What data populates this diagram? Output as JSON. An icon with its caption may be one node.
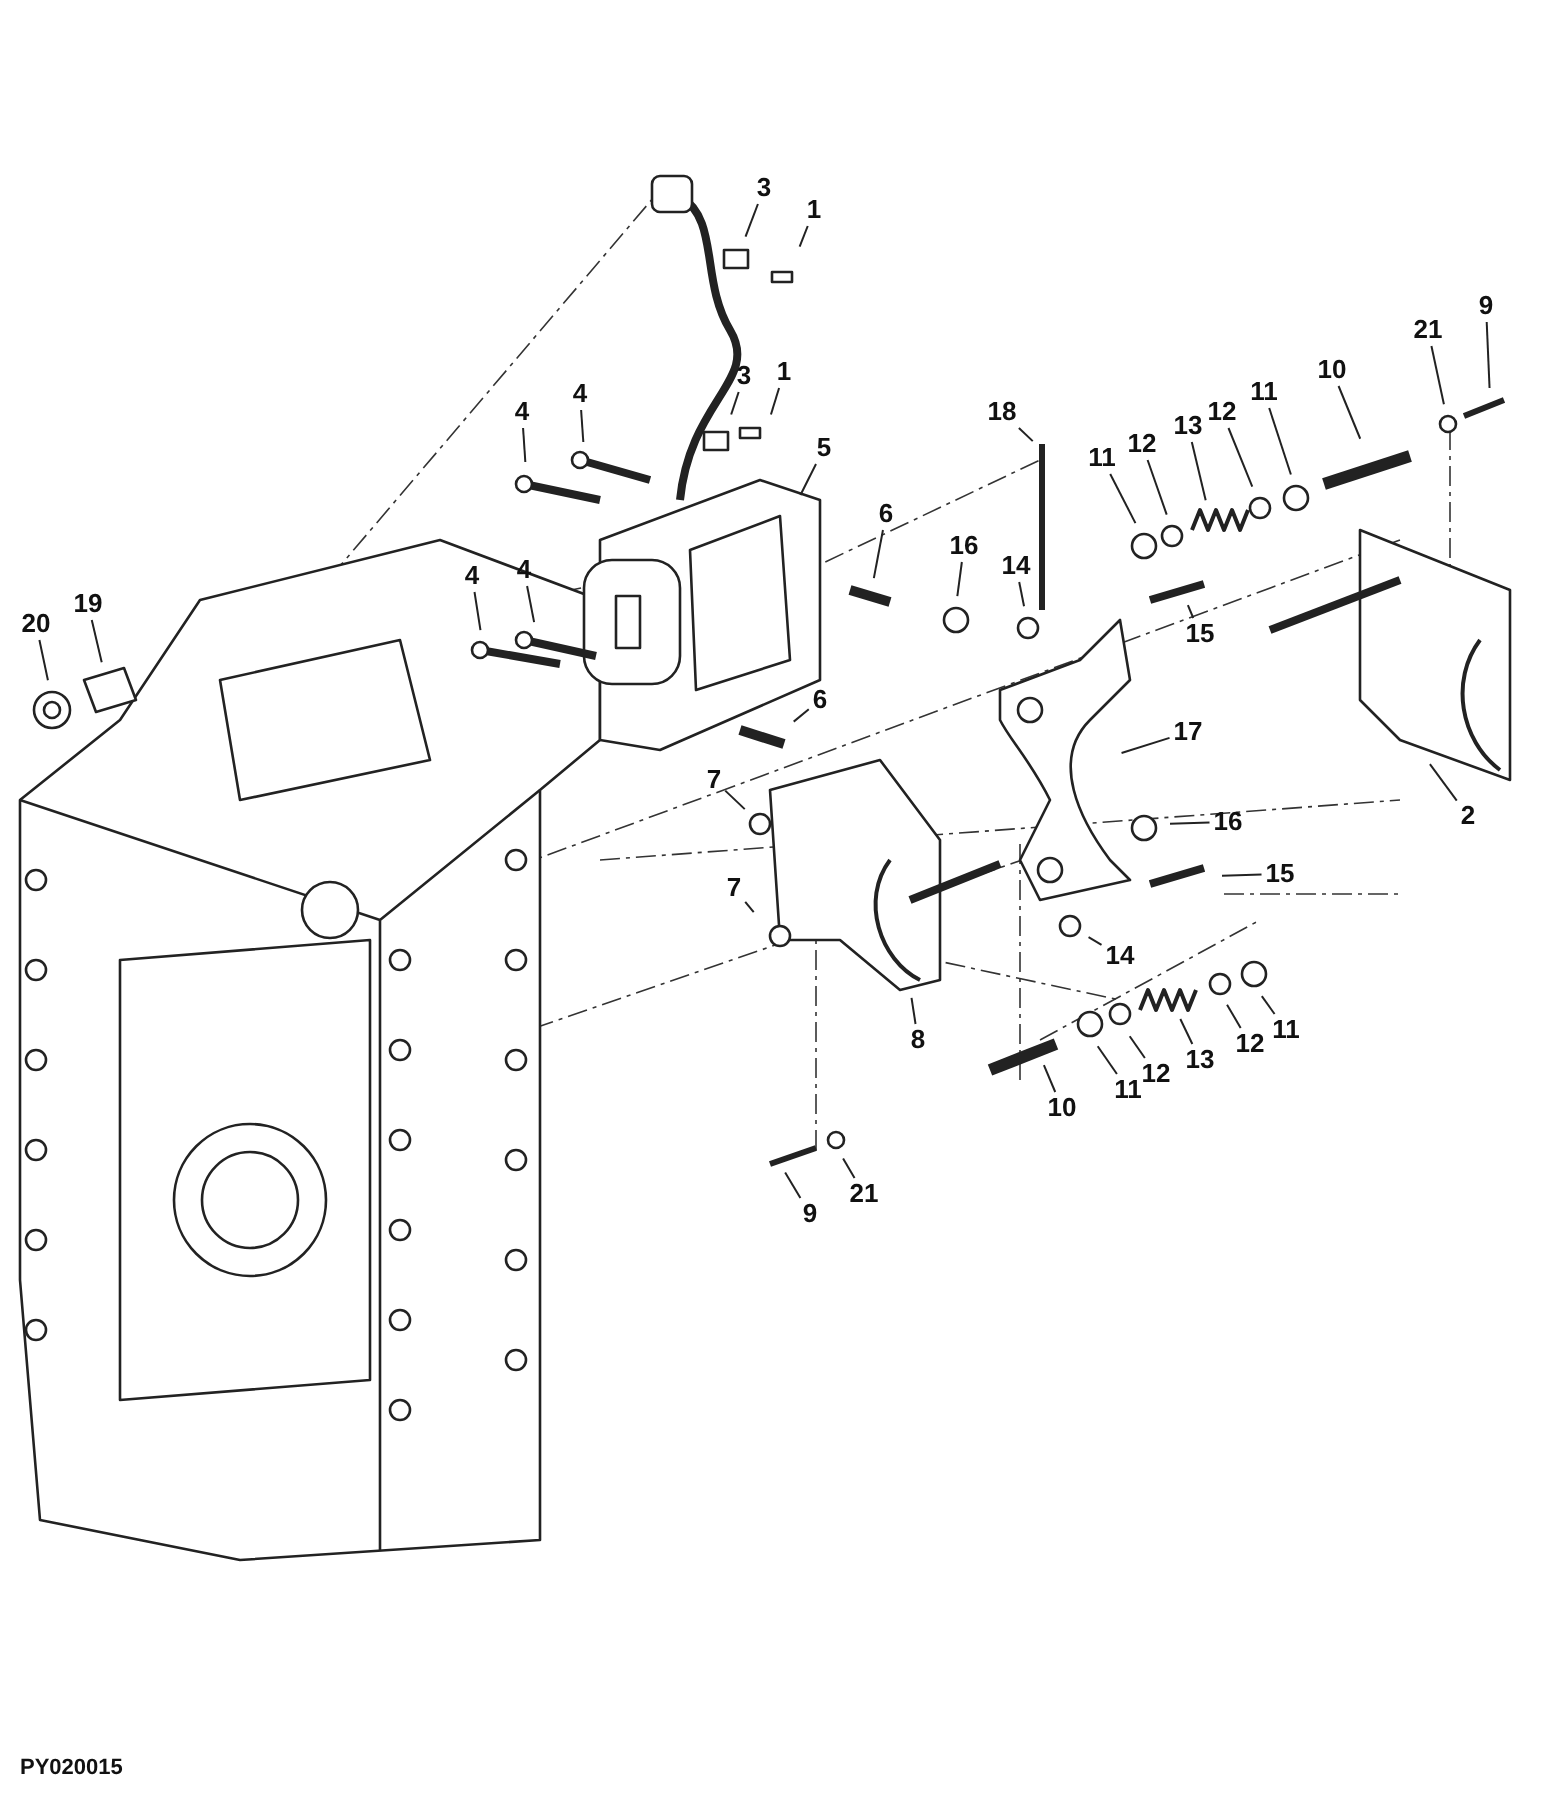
{
  "diagram": {
    "nodes": [
      {
        "text": [
          "1"
        ]
      },
      {
        "text": [
          "3"
        ]
      },
      {
        "text": [
          "1"
        ]
      },
      {
        "text": [
          "3"
        ]
      },
      {
        "text": [
          "4"
        ]
      },
      {
        "text": [
          "4"
        ]
      },
      {
        "text": [
          "5"
        ]
      },
      {
        "text": [
          "6"
        ]
      },
      {
        "text": [
          "16"
        ]
      },
      {
        "text": [
          "14"
        ]
      },
      {
        "text": [
          "18"
        ]
      },
      {
        "text": [
          "11"
        ]
      },
      {
        "text": [
          "12"
        ]
      },
      {
        "text": [
          "13"
        ]
      },
      {
        "text": [
          "12"
        ]
      },
      {
        "text": [
          "11"
        ]
      },
      {
        "text": [
          "10"
        ]
      },
      {
        "text": [
          "21"
        ]
      },
      {
        "text": [
          "9"
        ]
      },
      {
        "text": [
          "4"
        ]
      },
      {
        "text": [
          "4"
        ]
      },
      {
        "text": [
          "20"
        ]
      },
      {
        "text": [
          "19"
        ]
      },
      {
        "text": [
          "6"
        ]
      },
      {
        "text": [
          "15"
        ]
      },
      {
        "text": [
          "17"
        ]
      },
      {
        "text": [
          "7"
        ]
      },
      {
        "text": [
          "16"
        ]
      },
      {
        "text": [
          "15"
        ]
      },
      {
        "text": [
          "2"
        ]
      },
      {
        "text": [
          "7"
        ]
      },
      {
        "text": [
          "14"
        ]
      },
      {
        "text": [
          "8"
        ]
      },
      {
        "text": [
          "11"
        ]
      },
      {
        "text": [
          "12"
        ]
      },
      {
        "text": [
          "13"
        ]
      },
      {
        "text": [
          "12"
        ]
      },
      {
        "text": [
          "11"
        ]
      },
      {
        "text": [
          "10"
        ]
      },
      {
        "text": [
          "9"
        ]
      },
      {
        "text": [
          "21"
        ]
      }
    ],
    "edges": [
      {
        "from": 0,
        "to": null,
        "arrow": "none"
      },
      {
        "from": 1,
        "to": null,
        "arrow": "none"
      },
      {
        "from": 2,
        "to": null,
        "arrow": "none"
      },
      {
        "from": 3,
        "to": null,
        "arrow": "none"
      },
      {
        "from": 4,
        "to": null,
        "arrow": "none"
      },
      {
        "from": 5,
        "to": null,
        "arrow": "none"
      },
      {
        "from": 6,
        "to": null,
        "arrow": "none"
      },
      {
        "from": 7,
        "to": null,
        "arrow": "none"
      },
      {
        "from": 8,
        "to": null,
        "arrow": "none"
      },
      {
        "from": 9,
        "to": null,
        "arrow": "none"
      },
      {
        "from": 10,
        "to": null,
        "arrow": "none"
      },
      {
        "from": 11,
        "to": null,
        "arrow": "none"
      },
      {
        "from": 12,
        "to": null,
        "arrow": "none"
      },
      {
        "from": 13,
        "to": null,
        "arrow": "none"
      },
      {
        "from": 14,
        "to": null,
        "arrow": "none"
      },
      {
        "from": 15,
        "to": null,
        "arrow": "none"
      },
      {
        "from": 16,
        "to": null,
        "arrow": "none"
      },
      {
        "from": 17,
        "to": null,
        "arrow": "none"
      },
      {
        "from": 18,
        "to": null,
        "arrow": "none"
      },
      {
        "from": 19,
        "to": null,
        "arrow": "none"
      },
      {
        "from": 20,
        "to": null,
        "arrow": "none"
      },
      {
        "from": 21,
        "to": null,
        "arrow": "none"
      },
      {
        "from": 22,
        "to": null,
        "arrow": "none"
      },
      {
        "from": 23,
        "to": null,
        "arrow": "none"
      },
      {
        "from": 24,
        "to": null,
        "arrow": "none"
      },
      {
        "from": 25,
        "to": null,
        "arrow": "none"
      },
      {
        "from": 26,
        "to": null,
        "arrow": "none"
      },
      {
        "from": 27,
        "to": null,
        "arrow": "none"
      },
      {
        "from": 28,
        "to": null,
        "arrow": "none"
      },
      {
        "from": 29,
        "to": null,
        "arrow": "none"
      },
      {
        "from": 30,
        "to": null,
        "arrow": "none"
      },
      {
        "from": 31,
        "to": null,
        "arrow": "none"
      },
      {
        "from": 32,
        "to": null,
        "arrow": "none"
      },
      {
        "from": 33,
        "to": null,
        "arrow": "none"
      },
      {
        "from": 34,
        "to": null,
        "arrow": "none"
      },
      {
        "from": 35,
        "to": null,
        "arrow": "none"
      },
      {
        "from": 36,
        "to": null,
        "arrow": "none"
      },
      {
        "from": 37,
        "to": null,
        "arrow": "none"
      },
      {
        "from": 38,
        "to": null,
        "arrow": "none"
      },
      {
        "from": 39,
        "to": null,
        "arrow": "none"
      },
      {
        "from": 40,
        "to": null,
        "arrow": "none"
      }
    ],
    "labels": [
      "PY020015"
    ]
  }
}
